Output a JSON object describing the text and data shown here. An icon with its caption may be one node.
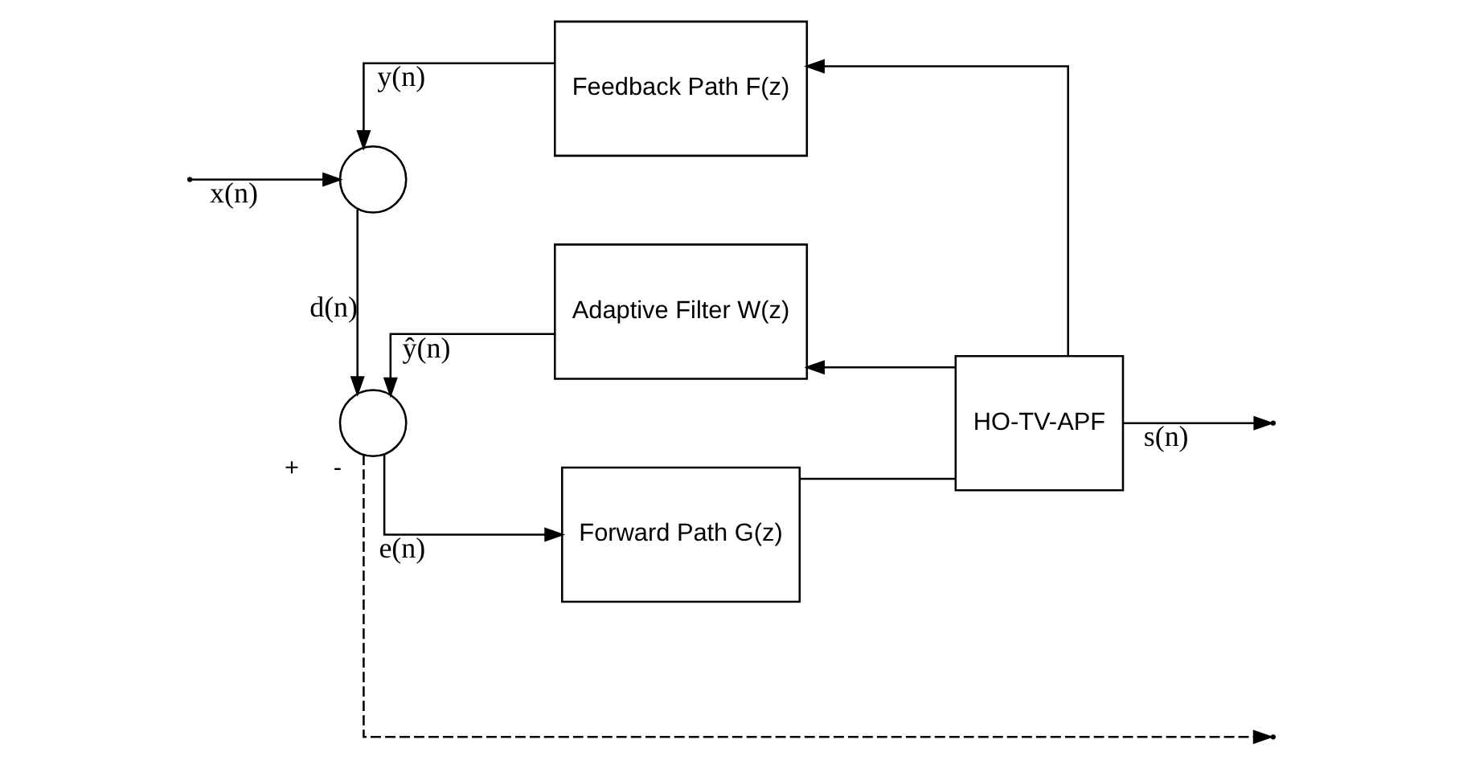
{
  "diagram": {
    "nodes": [
      {
        "text": [],
        "shape": "circle"
      },
      {
        "text": [
          "Feedback Path F(z)"
        ]
      },
      {
        "text": [],
        "shape": "circle",
        "beside": [
          "+",
          "-"
        ]
      },
      {
        "text": [
          "Adaptive Filter W(z)"
        ]
      },
      {
        "text": [
          "Forward Path G(z)"
        ]
      },
      {
        "text": [
          "HO-TV-APF"
        ]
      }
    ],
    "edges": [
      {
        "from": null,
        "to": 0,
        "arrow": "to",
        "label": "x(n)"
      },
      {
        "from": 1,
        "to": 0,
        "arrow": "to",
        "label": "y(n)"
      },
      {
        "from": 0,
        "to": 2,
        "arrow": "to",
        "label": "d(n)"
      },
      {
        "from": 3,
        "to": 2,
        "arrow": "to",
        "label": "ŷ(n)"
      },
      {
        "from": 2,
        "to": 4,
        "arrow": "to",
        "label": "e(n)"
      },
      {
        "from": 4,
        "to": 5,
        "arrow": "none"
      },
      {
        "from": 5,
        "to": 1,
        "arrow": "to"
      },
      {
        "from": 5,
        "to": 3,
        "arrow": "to"
      },
      {
        "from": 5,
        "to": null,
        "arrow": "to",
        "label": "s(n)"
      },
      {
        "from": 2,
        "to": null,
        "arrow": "to",
        "style": "dashed"
      }
    ]
  }
}
